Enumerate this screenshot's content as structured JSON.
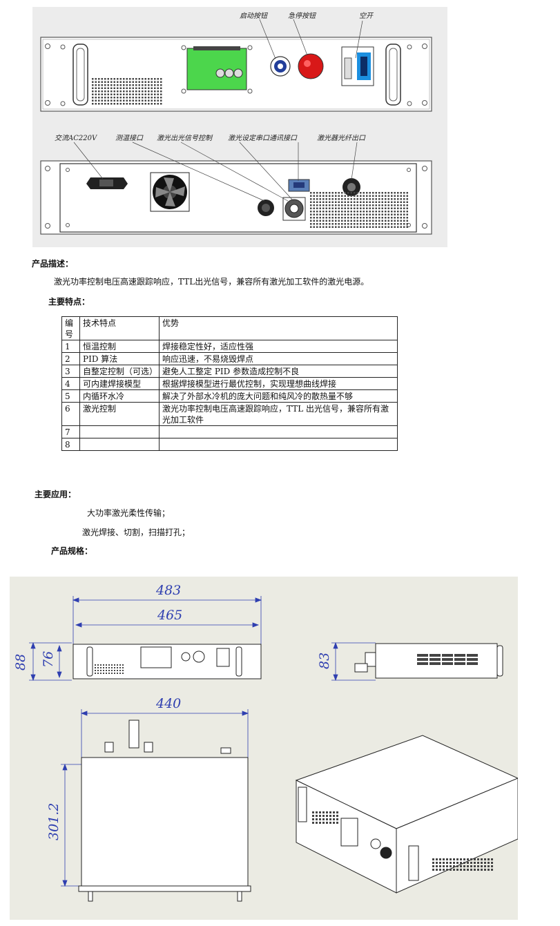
{
  "panel_drawing": {
    "front_callouts": {
      "start_button": "启动按钮",
      "emergency_stop": "急停按钮",
      "air_switch": "空开"
    },
    "rear_callouts": {
      "ac_input": "交流AC220V",
      "temp_port": "测温接口",
      "laser_signal_control": "激光出光信号控制",
      "serial_port": "激光设定串口通讯接口",
      "fiber_output": "激光器光纤出口"
    }
  },
  "product_description": {
    "heading": "产品描述：",
    "text": "激光功率控制电压高速跟踪响应，TTL出光信号，兼容所有激光加工软件的激光电源。"
  },
  "features": {
    "heading": "主要特点：",
    "header": {
      "num": "编号",
      "feature": "技术特点",
      "advantage": "优势"
    },
    "rows": [
      {
        "num": "1",
        "feature": "恒温控制",
        "advantage": "焊接稳定性好，适应性强"
      },
      {
        "num": "2",
        "feature": "PID 算法",
        "advantage": "响应迅速，不易烧毁焊点"
      },
      {
        "num": "3",
        "feature": "自整定控制（可选）",
        "advantage": "避免人工整定 PID 参数造成控制不良"
      },
      {
        "num": "4",
        "feature": "可内建焊接模型",
        "advantage": "根据焊接模型进行最优控制，实现理想曲线焊接"
      },
      {
        "num": "5",
        "feature": "内循环水冷",
        "advantage": "解决了外部水冷机的庞大问题和纯风冷的散热量不够"
      },
      {
        "num": "6",
        "feature": "激光控制",
        "advantage": "激光功率控制电压高速跟踪响应，TTL 出光信号，兼容所有激光加工软件"
      },
      {
        "num": "7",
        "feature": "",
        "advantage": ""
      },
      {
        "num": "8",
        "feature": "",
        "advantage": ""
      }
    ]
  },
  "applications": {
    "heading": "主要应用：",
    "items": [
      "大功率激光柔性传输；",
      "激光焊接、切割，扫描打孔；"
    ]
  },
  "specs": {
    "heading": "产品规格："
  },
  "dimension_drawing": {
    "dims": {
      "overall_width": "483",
      "body_width": "465",
      "height_overall": "88",
      "height_body": "76",
      "side_height": "83",
      "top_width": "440",
      "depth": "301.2"
    }
  }
}
